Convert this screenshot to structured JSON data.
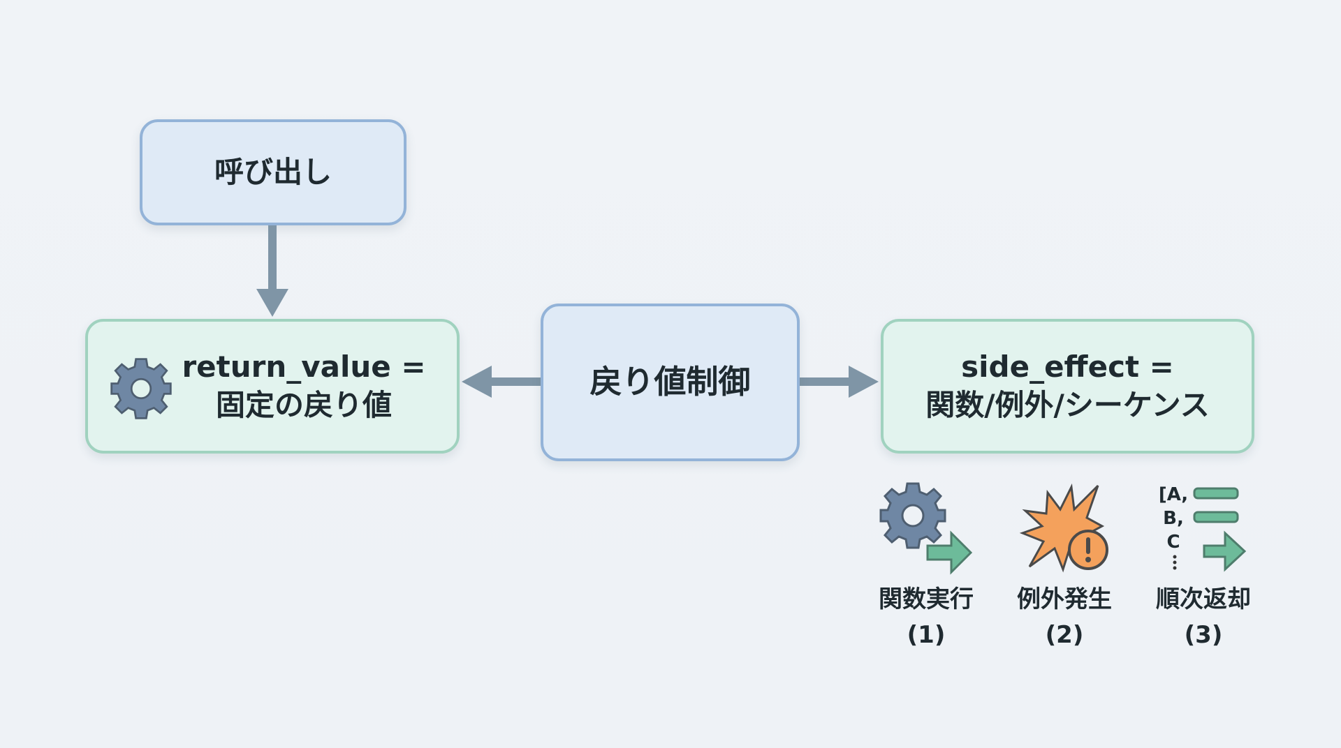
{
  "nodes": {
    "call": "呼び出し",
    "control": "戻り値制御",
    "return_value": {
      "line1": "return_value =",
      "line2": "固定の戻り値"
    },
    "side_effect": {
      "line1": "side_effect =",
      "line2": "関数/例外/シーケンス"
    }
  },
  "options": [
    {
      "label": "関数実行",
      "num": "(1)",
      "icon": "gear-arrow-icon"
    },
    {
      "label": "例外発生",
      "num": "(2)",
      "icon": "explosion-warning-icon"
    },
    {
      "label": "順次返却",
      "num": "(3)",
      "icon": "sequence-list-icon",
      "seq": [
        "[A,",
        "B,",
        "C"
      ]
    }
  ],
  "colors": {
    "arrow": "#7f95a6",
    "gear": "#6f87a4",
    "green": "#6dbb9a",
    "orange": "#f4a15c"
  }
}
